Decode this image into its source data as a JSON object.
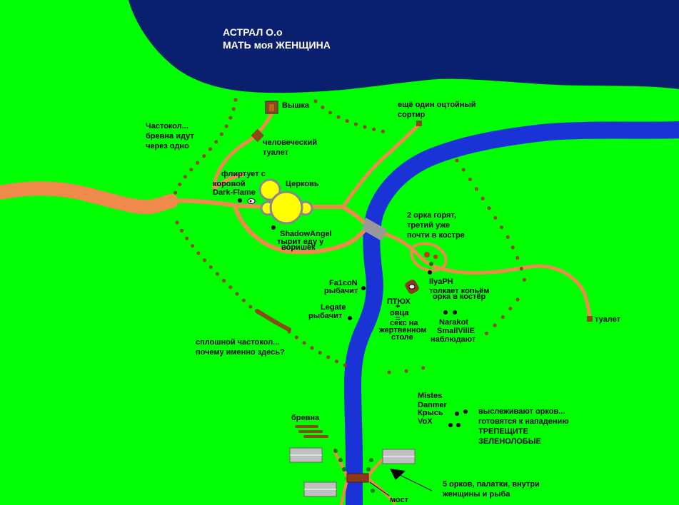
{
  "colors": {
    "grass": "#00ff00",
    "sea": "#0a1f6e",
    "river": "#1a33d6",
    "road": "#f08a4b",
    "stakes": "#8a4a17",
    "church": "#ffff00",
    "bridge": "#999999",
    "tent": "#c0c0c0",
    "warning_text": "#cc0000"
  },
  "title": {
    "line1": "АСТРАЛ О.о",
    "line2": "МАТЬ моя ЖЕНЩИНА"
  },
  "labels": {
    "tower": "Вышка",
    "toilet_human_1": "человеческий",
    "toilet_human_2": "туалет",
    "toilet_other_1": "ещё один оцтойный",
    "toilet_other_2": "сортир",
    "toilet_east": "туалет",
    "palisade_1": "Частокол...",
    "palisade_2": "бревна идут",
    "palisade_3": "через одно",
    "church": "Церковь",
    "flirt_1": "флиртует с",
    "flirt_2": "коровой",
    "flirt_3": "Dark-Flame",
    "shadow_1": "ShadowAngel",
    "shadow_2": "тырит еду у",
    "shadow_3": "воришек",
    "orcs_fire_1": "2 орка горят,",
    "orcs_fire_2": "третий уже",
    "orcs_fire_3": "почти в костре",
    "falcon_1": "Fa1coN",
    "falcon_2": "рыбачит",
    "legate_1": "Legate",
    "legate_2": "рыбачит",
    "ilya_1": "IlyaPH",
    "ilya_2": "толкает копьём",
    "ilya_3": "орка в костёр",
    "ptyukh_1": "ПТЮХ",
    "ptyukh_2": "+",
    "ptyukh_3": "овца",
    "ptyukh_4": "=",
    "ptyukh_5": "секс на",
    "ptyukh_6": "жертвенном",
    "ptyukh_7": "столе",
    "narakot_1": "Narakot",
    "narakot_2": "SmallVillE",
    "narakot_3": "наблюдают",
    "solid_1": "сплошной частокол...",
    "solid_2": "почему именно здесь?",
    "mistes_1": "Mistes",
    "mistes_2": "Danmer",
    "mistes_3": "Крысь",
    "mistes_4": "VoX",
    "track_1": "выслеживают орков...",
    "track_2": "готовятся к нападению",
    "tremble_1": "ТРЕПЕЩИТЕ",
    "tremble_2": "ЗЕЛЕНОЛОБЫЕ",
    "logs": "бревна",
    "orc_camp_1": "5 орков, палатки, внутри",
    "orc_camp_2": "женщины и рыба",
    "bridge": "мост"
  }
}
